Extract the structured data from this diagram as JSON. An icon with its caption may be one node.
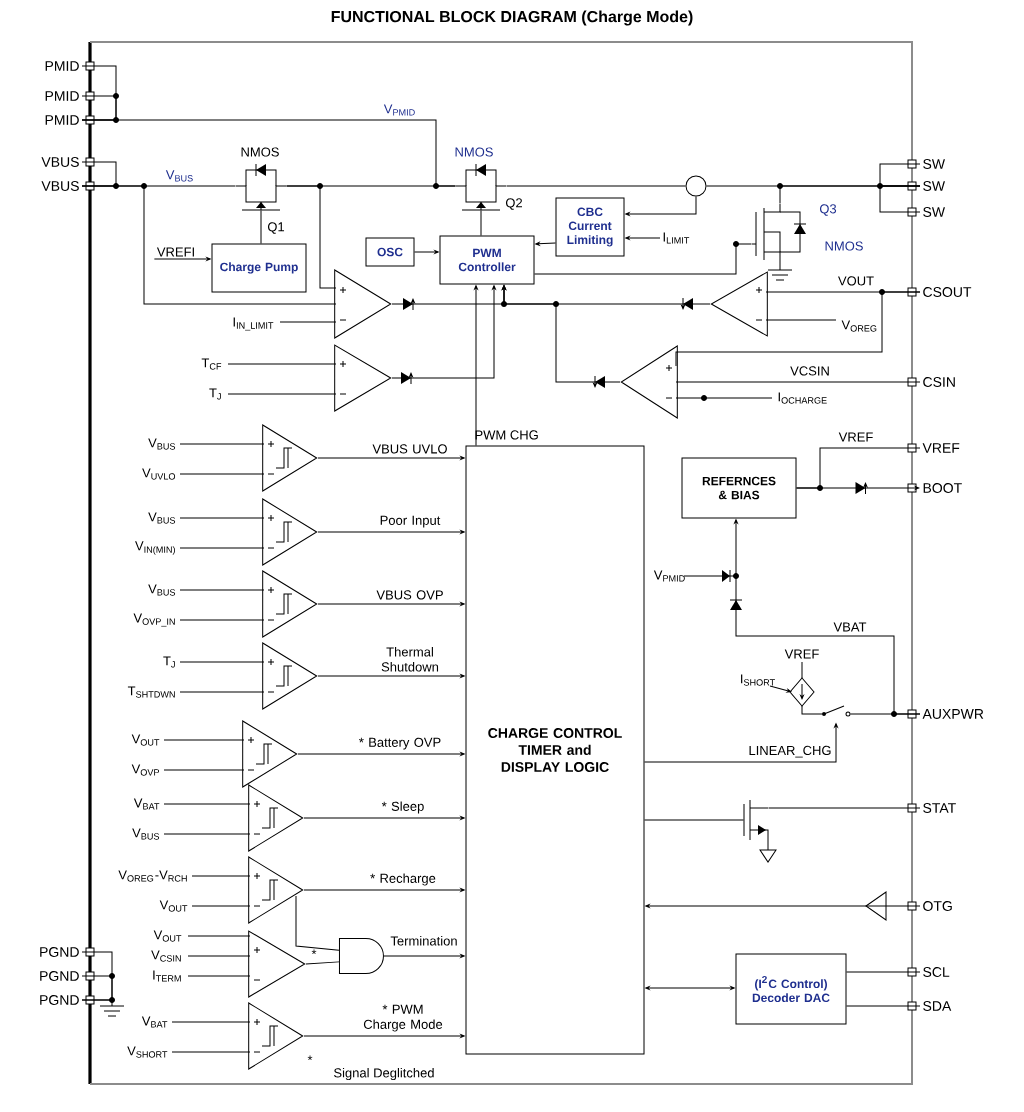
{
  "diagram": {
    "title": "FUNCTIONAL BLOCK DIAGRAM (Charge Mode)",
    "nodes": [
      {
        "text": [
          "PMID"
        ]
      },
      {
        "text": [
          "PMID"
        ]
      },
      {
        "text": [
          "PMID"
        ]
      },
      {
        "text": [
          "VBUS"
        ]
      },
      {
        "text": [
          "VBUS"
        ]
      },
      {
        "text": [
          "SW"
        ]
      },
      {
        "text": [
          "SW"
        ]
      },
      {
        "text": [
          "SW"
        ]
      },
      {
        "text": [
          "VREFI"
        ]
      },
      {
        "text": [
          "Charge Pump"
        ]
      },
      {
        "text": [
          "OSC"
        ]
      },
      {
        "text": [
          "PWM Controller"
        ]
      },
      {
        "text": [
          "CBC Current Limiting"
        ]
      },
      {
        "text": [
          "I$_{LIMIT}$"
        ]
      },
      {
        "text": [
          "CSOUT"
        ]
      },
      {
        "text": [
          "CSIN"
        ]
      },
      {
        "text": [
          "VREF"
        ]
      },
      {
        "text": [
          "BOOT"
        ]
      },
      {
        "text": [
          "REFERNCES & BIAS"
        ]
      },
      {
        "text": [
          "CHARGE CONTROL TIMER and DISPLAY LOGIC"
        ]
      },
      {
        "text": [],
        "shape": "triangle",
        "beside": [
          "V$_{BUS}$",
          "V$_{UVLO}$"
        ]
      },
      {
        "text": [],
        "shape": "triangle",
        "beside": [
          "V$_{BUS}$",
          "V$_{IN(MIN)}$"
        ]
      },
      {
        "text": [],
        "shape": "triangle",
        "beside": [
          "V$_{BUS}$",
          "V$_{OVP_IN}$"
        ]
      },
      {
        "text": [],
        "shape": "triangle",
        "beside": [
          "T$_{J}$",
          "T$_{SHTDWN}$"
        ]
      },
      {
        "text": [],
        "shape": "triangle",
        "beside": [
          "V$_{OUT}$",
          "V$_{OVP}$"
        ]
      },
      {
        "text": [
          "AUXPWR"
        ]
      },
      {
        "text": [],
        "shape": "triangle",
        "beside": [
          "V$_{BAT}$",
          "V$_{BUS}$"
        ]
      },
      {
        "text": [
          "STAT"
        ]
      },
      {
        "text": [],
        "shape": "triangle",
        "beside": [
          "V$_{OREG}$-V$_{RCH}$",
          "V$_{OUT}$"
        ]
      },
      {
        "text": [],
        "shape": "triangle",
        "beside": [
          "V$_{OUT}$",
          "V$_{CSIN}$",
          "I$_{TERM}$",
          "*"
        ]
      },
      {
        "text": [],
        "shape": "gate"
      },
      {
        "text": [
          "OTG"
        ]
      },
      {
        "text": [
          "PGND"
        ]
      },
      {
        "text": [
          "PGND"
        ]
      },
      {
        "text": [
          "PGND"
        ]
      },
      {
        "text": [],
        "shape": "triangle",
        "beside": [
          "V$_{BAT}$",
          "V$_{SHORT}$"
        ]
      },
      {
        "text": [
          "(I$^{2}$C Control) Decoder DAC"
        ]
      },
      {
        "text": [
          "SCL"
        ]
      },
      {
        "text": [
          "SDA"
        ]
      },
      {
        "text": [],
        "shape": "transistor",
        "beside": [
          "NMOS",
          "Q1"
        ]
      },
      {
        "text": [],
        "shape": "transistor",
        "beside": [
          "NMOS",
          "Q2"
        ]
      },
      {
        "text": [],
        "shape": "circle"
      },
      {
        "text": [],
        "shape": "transistor",
        "beside": [
          "Q3",
          "NMOS"
        ]
      },
      {
        "text": [],
        "shape": "triangle",
        "beside": [
          "I$_{IN_LIMIT}$"
        ]
      },
      {
        "text": [],
        "shape": "triangle",
        "beside": [
          "V$_{OREG}$"
        ]
      },
      {
        "text": [],
        "shape": "triangle",
        "beside": [
          "T$_{CF}$",
          "T$_{J}$"
        ]
      },
      {
        "text": [],
        "shape": "triangle",
        "beside": [
          "I$_{OCHARGE}$"
        ]
      },
      {
        "text": [],
        "shape": "switch",
        "beside": [
          "VREF",
          "I$_{SHORT}$"
        ]
      },
      {
        "text": [],
        "shape": "transistor"
      }
    ],
    "edges": [
      {
        "from": 8,
        "to": 9,
        "arrow": "to"
      },
      {
        "from": 10,
        "to": 11,
        "arrow": "to"
      },
      {
        "from": 12,
        "to": 11,
        "arrow": "to"
      },
      {
        "from": 13,
        "to": 12,
        "arrow": "to"
      },
      {
        "from": 18,
        "to": 17,
        "arrow": "to"
      },
      {
        "from": 18,
        "to": 16,
        "arrow": "none",
        "label": "VREF"
      },
      {
        "from": 20,
        "to": 19,
        "arrow": "to",
        "label": "VBUS UVLO"
      },
      {
        "from": 21,
        "to": 19,
        "arrow": "to",
        "label": "Poor Input"
      },
      {
        "from": 22,
        "to": 19,
        "arrow": "to",
        "label": "VBUS OVP"
      },
      {
        "from": 23,
        "to": 19,
        "arrow": "to",
        "label": "Thermal Shutdown"
      },
      {
        "from": 24,
        "to": 19,
        "arrow": "to",
        "label": "* Battery OVP"
      },
      {
        "from": 26,
        "to": 19,
        "arrow": "to",
        "label": "* Sleep"
      },
      {
        "from": 28,
        "to": 19,
        "arrow": "to",
        "label": "* Recharge"
      },
      {
        "from": 28,
        "to": 30,
        "arrow": "none"
      },
      {
        "from": 29,
        "to": 30,
        "arrow": "none"
      },
      {
        "from": 30,
        "to": 19,
        "arrow": "to",
        "label": "Termination"
      },
      {
        "from": 31,
        "to": 19,
        "arrow": "to"
      },
      {
        "from": 35,
        "to": 19,
        "arrow": "to",
        "label": "* PWM Charge Mode"
      },
      {
        "from": 19,
        "to": 36,
        "arrow": "both"
      },
      {
        "from": 36,
        "to": 37,
        "arrow": "none"
      },
      {
        "from": 36,
        "to": 38,
        "arrow": "none"
      },
      {
        "from": 0,
        "to": 2,
        "arrow": "none"
      },
      {
        "from": 1,
        "to": 2,
        "arrow": "none"
      },
      {
        "from": 3,
        "to": 4,
        "arrow": "none"
      },
      {
        "from": 5,
        "to": 6,
        "arrow": "none"
      },
      {
        "from": 7,
        "to": 6,
        "arrow": "none"
      },
      {
        "from": 32,
        "to": 34,
        "arrow": "none"
      },
      {
        "from": 33,
        "to": 34,
        "arrow": "none"
      },
      {
        "from": 4,
        "to": 39,
        "arrow": "none",
        "label": "V$_{BUS}$"
      },
      {
        "from": 39,
        "to": 40,
        "arrow": "none"
      },
      {
        "from": 2,
        "to": 40,
        "arrow": "none",
        "label": "V$_{PMID}$"
      },
      {
        "from": 40,
        "to": 41,
        "arrow": "none"
      },
      {
        "from": 41,
        "to": 6,
        "arrow": "none"
      },
      {
        "from": 42,
        "to": 6,
        "arrow": "none"
      },
      {
        "from": 41,
        "to": 12,
        "arrow": "to"
      },
      {
        "from": 9,
        "to": 39,
        "arrow": "none"
      },
      {
        "from": 11,
        "to": 40,
        "arrow": "none"
      },
      {
        "from": 11,
        "to": 42,
        "arrow": "none"
      },
      {
        "from": 4,
        "to": 43,
        "arrow": "none"
      },
      {
        "from": 39,
        "to": 43,
        "arrow": "none"
      },
      {
        "from": 43,
        "to": 11,
        "arrow": "to"
      },
      {
        "from": 45,
        "to": 11,
        "arrow": "to"
      },
      {
        "from": 44,
        "to": 11,
        "arrow": "to"
      },
      {
        "from": 46,
        "to": 11,
        "arrow": "to"
      },
      {
        "from": 14,
        "to": 44,
        "arrow": "none",
        "label": "VOUT"
      },
      {
        "from": 14,
        "to": 46,
        "arrow": "none"
      },
      {
        "from": 15,
        "to": 46,
        "arrow": "none",
        "label": "VCSIN"
      },
      {
        "from": 19,
        "to": 11,
        "arrow": "to",
        "label": "PWM CHG"
      },
      {
        "from": 25,
        "to": 18,
        "arrow": "to",
        "label": "VBAT"
      },
      {
        "from": 19,
        "to": 47,
        "arrow": "to",
        "label": "LINEAR_CHG"
      },
      {
        "from": 47,
        "to": 25,
        "arrow": "none"
      },
      {
        "from": 19,
        "to": 48,
        "arrow": "none"
      },
      {
        "from": 48,
        "to": 27,
        "arrow": "none"
      }
    ],
    "labels": [
      "V$_{PMID}$",
      "*",
      "Signal Deglitched"
    ]
  }
}
